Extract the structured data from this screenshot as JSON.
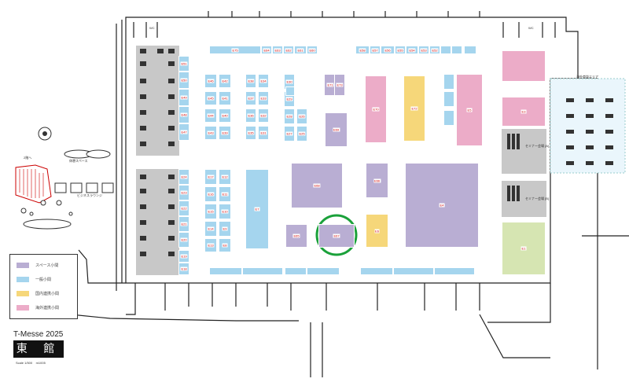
{
  "legend": {
    "items": [
      {
        "label": "スペース小間",
        "color": "#b9aed3"
      },
      {
        "label": "一般小間",
        "color": "#a5d5ee"
      },
      {
        "label": "国内連携小間",
        "color": "#f6d77a"
      },
      {
        "label": "海外連携小間",
        "color": "#ecacc8"
      }
    ]
  },
  "venue": {
    "event": "T-Messe 2025",
    "hall": "東 館",
    "scale": "Scale 1/500",
    "unit": "m1005"
  },
  "areas": {
    "stairs": "2階へ",
    "cafe": "休憩スペース",
    "lounge": "ビジネスラウンジ",
    "seminar_a": "セミナー会場 [A]",
    "seminar_b": "セミナー会場 [B]",
    "overseas_area": "海外商談エリア",
    "wc_left": "WC",
    "wc_right": "WC"
  },
  "colors": {
    "space": "#b9aed3",
    "general": "#a5d5ee",
    "domestic": "#f6d77a",
    "overseas": "#ecacc8",
    "green_zone": "#d6e5b2",
    "gray": "#c8c8c8",
    "highlight": "#1aa13a"
  },
  "booths": [
    {
      "id": "E75",
      "type": "general"
    },
    {
      "id": "E64",
      "type": "general"
    },
    {
      "id": "E63",
      "type": "general"
    },
    {
      "id": "E62",
      "type": "general"
    },
    {
      "id": "E61",
      "type": "general"
    },
    {
      "id": "E60",
      "type": "general"
    },
    {
      "id": "E58",
      "type": "general"
    },
    {
      "id": "E57",
      "type": "general"
    },
    {
      "id": "E56",
      "type": "general"
    },
    {
      "id": "E55",
      "type": "general"
    },
    {
      "id": "E54",
      "type": "general"
    },
    {
      "id": "E53",
      "type": "general"
    },
    {
      "id": "E52",
      "type": "general"
    },
    {
      "id": "E51",
      "type": "general"
    },
    {
      "id": "E50",
      "type": "general"
    },
    {
      "id": "E49",
      "type": "general"
    },
    {
      "id": "E48",
      "type": "general"
    },
    {
      "id": "E47",
      "type": "general"
    },
    {
      "id": "E46",
      "type": "general"
    },
    {
      "id": "E45",
      "type": "general"
    },
    {
      "id": "E44",
      "type": "general"
    },
    {
      "id": "E43",
      "type": "general"
    },
    {
      "id": "E42",
      "type": "general"
    },
    {
      "id": "E41",
      "type": "general"
    },
    {
      "id": "E40",
      "type": "general"
    },
    {
      "id": "E39",
      "type": "general"
    },
    {
      "id": "E38",
      "type": "general"
    },
    {
      "id": "E37",
      "type": "general"
    },
    {
      "id": "E36",
      "type": "general"
    },
    {
      "id": "E35",
      "type": "general"
    },
    {
      "id": "E34",
      "type": "general"
    },
    {
      "id": "E33",
      "type": "general"
    },
    {
      "id": "E32",
      "type": "general"
    },
    {
      "id": "E31",
      "type": "general"
    },
    {
      "id": "E30",
      "type": "general"
    },
    {
      "id": "E29",
      "type": "general"
    },
    {
      "id": "E28",
      "type": "general"
    },
    {
      "id": "E27",
      "type": "general"
    },
    {
      "id": "E26",
      "type": "general"
    },
    {
      "id": "E25",
      "type": "general"
    },
    {
      "id": "E24",
      "type": "general"
    },
    {
      "id": "E23",
      "type": "general"
    },
    {
      "id": "E22",
      "type": "general"
    },
    {
      "id": "E21",
      "type": "general"
    },
    {
      "id": "E20",
      "type": "general"
    },
    {
      "id": "E19",
      "type": "general"
    },
    {
      "id": "E18",
      "type": "general"
    },
    {
      "id": "E17",
      "type": "general"
    },
    {
      "id": "E16",
      "type": "general"
    },
    {
      "id": "E15",
      "type": "general"
    },
    {
      "id": "E14",
      "type": "general"
    },
    {
      "id": "E13",
      "type": "general"
    },
    {
      "id": "E12",
      "type": "general"
    },
    {
      "id": "E11",
      "type": "general"
    },
    {
      "id": "E10",
      "type": "general"
    },
    {
      "id": "E9",
      "type": "general"
    },
    {
      "id": "E8",
      "type": "general"
    },
    {
      "id": "E7",
      "type": "general"
    },
    {
      "id": "E71",
      "type": "space"
    },
    {
      "id": "E73",
      "type": "space"
    },
    {
      "id": "E69",
      "type": "space"
    },
    {
      "id": "E68",
      "type": "space"
    },
    {
      "id": "E66",
      "type": "space"
    },
    {
      "id": "E65",
      "type": "space"
    },
    {
      "id": "E67",
      "type": "space"
    },
    {
      "id": "E4",
      "type": "space"
    },
    {
      "id": "E72",
      "type": "domestic"
    },
    {
      "id": "E6",
      "type": "domestic"
    },
    {
      "id": "E70",
      "type": "overseas"
    },
    {
      "id": "E5",
      "type": "overseas"
    },
    {
      "id": "E3",
      "type": "overseas"
    },
    {
      "id": "E1",
      "type": "green"
    }
  ]
}
